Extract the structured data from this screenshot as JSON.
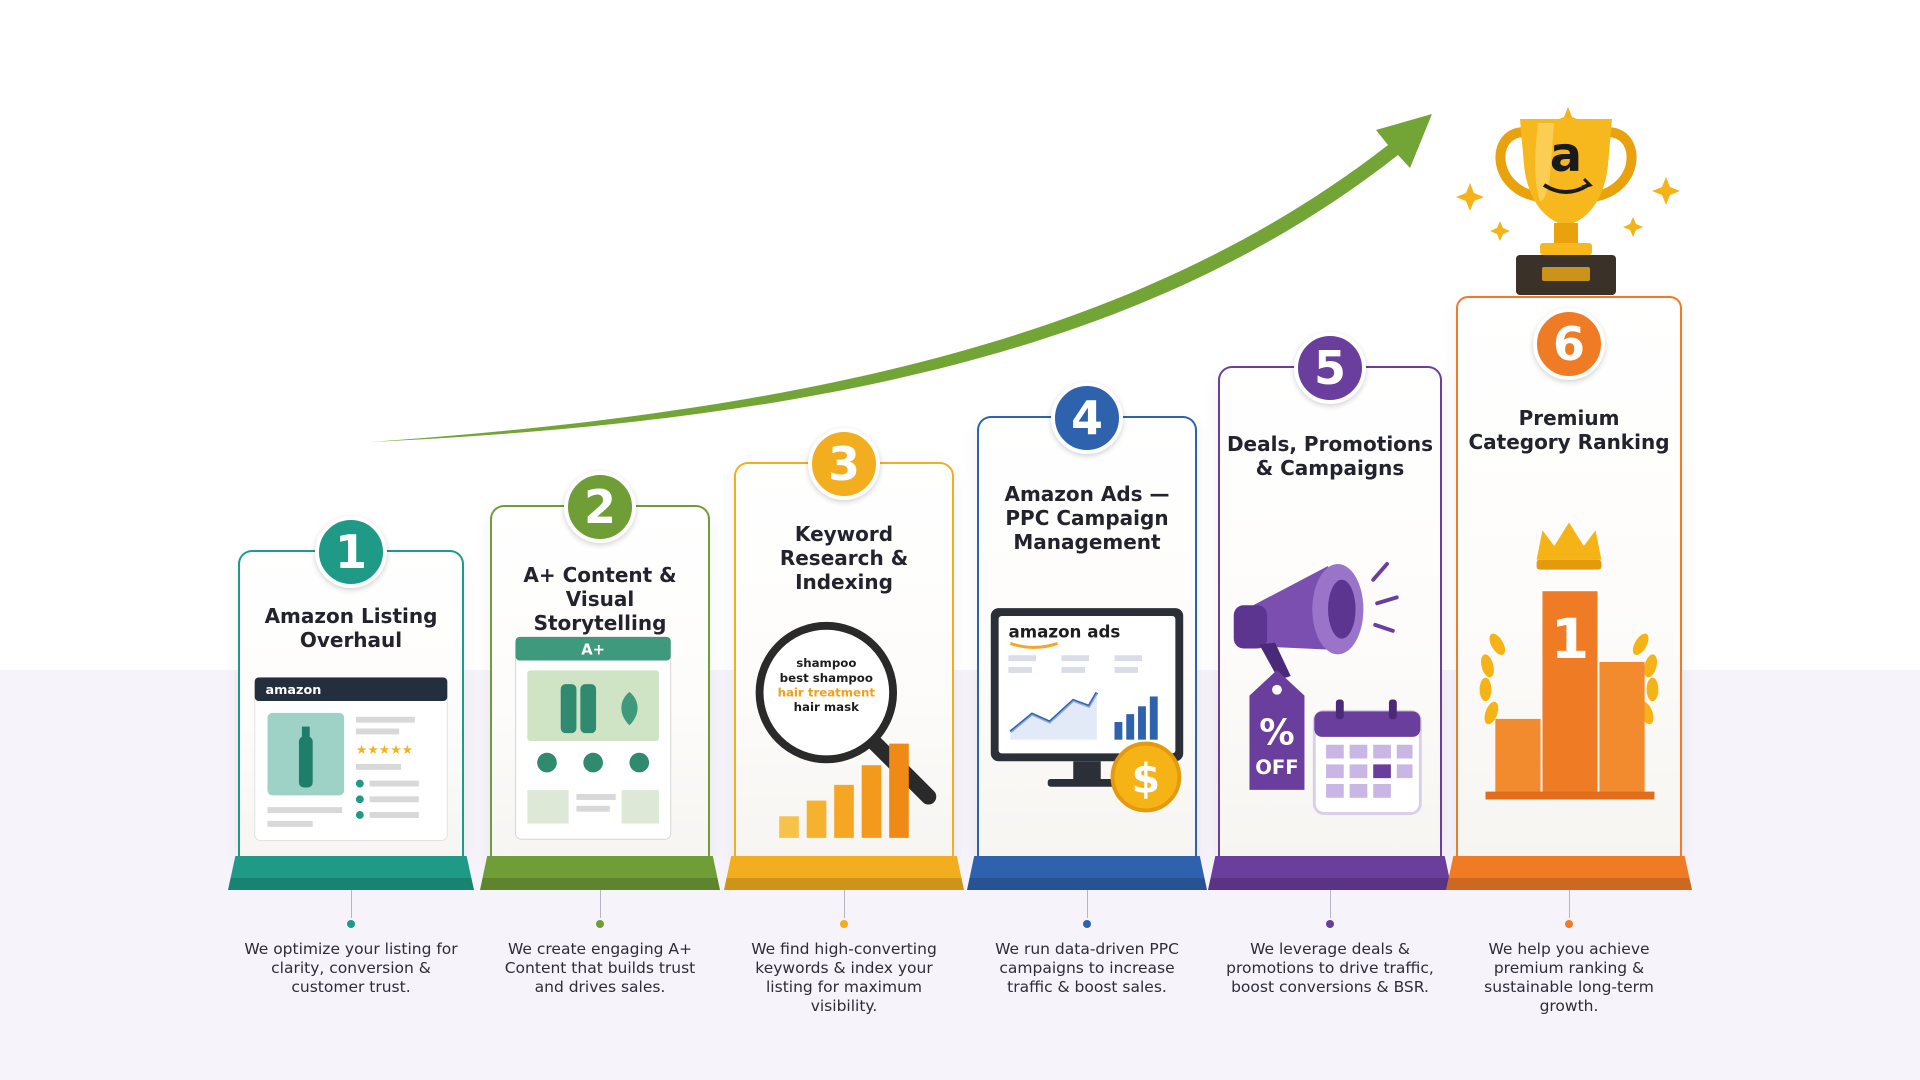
{
  "colors": {
    "teal": "#1e9a86",
    "green": "#6f9d36",
    "yellow": "#f2ae1f",
    "blue": "#2e62ad",
    "purple": "#6a3e9c",
    "orange": "#f07b25",
    "arrow": "#73a436",
    "gold": "#f5b316"
  },
  "steps": [
    {
      "number": "1",
      "title": "Amazon Listing Overhaul",
      "description": "We optimize your listing for clarity, conversion & customer trust.",
      "color": "#1e9a86",
      "illustration": {
        "brand_label": "amazon"
      }
    },
    {
      "number": "2",
      "title": "A+ Content & Visual Storytelling",
      "description": "We create engaging A+ Content that builds trust and drives sales.",
      "color": "#6f9d36",
      "illustration": {
        "header_label": "A+"
      }
    },
    {
      "number": "3",
      "title": "Keyword Research & Indexing",
      "description": "We find high-converting keywords & index your listing for maximum visibility.",
      "color": "#f2ae1f",
      "illustration": {
        "keywords": [
          "shampoo",
          "best shampoo",
          "hair treatment",
          "hair mask"
        ]
      }
    },
    {
      "number": "4",
      "title": "Amazon Ads — PPC Campaign Management",
      "description": "We run data-driven PPC campaigns to increase traffic & boost sales.",
      "color": "#2e62ad",
      "illustration": {
        "brand_label": "amazon ads",
        "coin_symbol": "$"
      }
    },
    {
      "number": "5",
      "title": "Deals, Promotions & Campaigns",
      "description": "We leverage deals & promotions to drive traffic, boost conversions & BSR.",
      "color": "#6a3e9c",
      "illustration": {
        "tag_percent": "%",
        "tag_label": "OFF"
      }
    },
    {
      "number": "6",
      "title": "Premium Category Ranking",
      "description": "We help you achieve premium ranking & sustainable long-term growth.",
      "color": "#f07b25",
      "illustration": {
        "podium_number": "1"
      }
    }
  ],
  "trophy": {
    "letter": "a"
  }
}
